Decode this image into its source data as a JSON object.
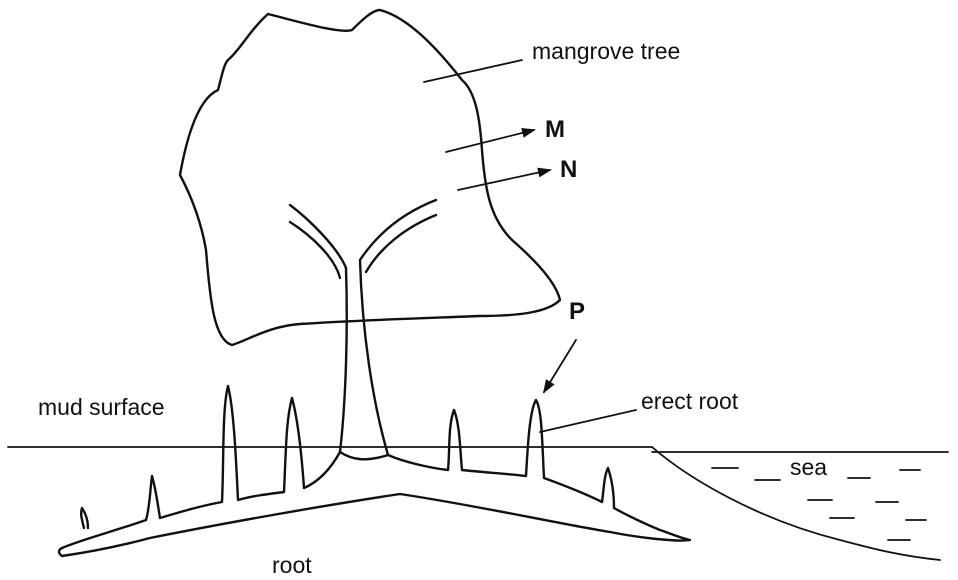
{
  "labels": {
    "tree": "mangrove tree",
    "m": "M",
    "n": "N",
    "p": "P",
    "mud": "mud surface",
    "erect": "erect root",
    "sea": "sea",
    "root": "root"
  }
}
